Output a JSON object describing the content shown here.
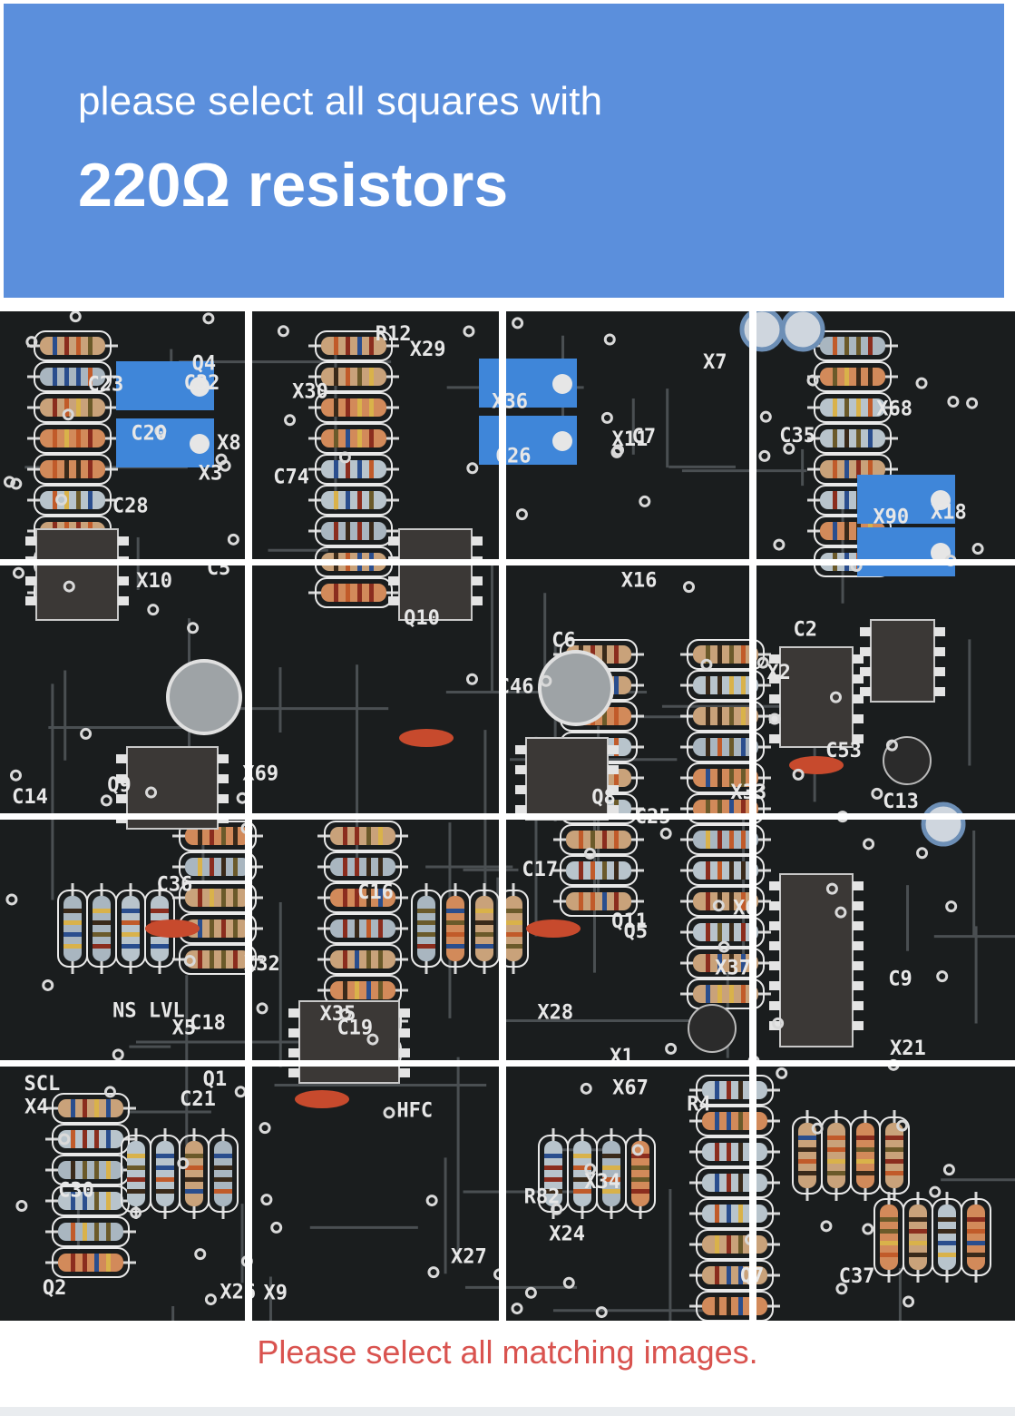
{
  "captcha": {
    "prompt_line": "please select all squares with",
    "target": "220Ω resistors",
    "instruction": "Please select all matching images."
  },
  "grid": {
    "rows": 4,
    "cols": 4
  },
  "board_labels": [
    "X32",
    "X26",
    "X27",
    "X35",
    "X28",
    "X33",
    "X36",
    "C28",
    "C30",
    "C20",
    "Q1",
    "C25",
    "C26",
    "C21",
    "C9",
    "C14",
    "C16",
    "C18",
    "C13",
    "Q9",
    "Q7",
    "Q8",
    "R4",
    "SCL",
    "HFC",
    "R82",
    "X69",
    "X67",
    "X68",
    "X2",
    "X1",
    "X5",
    "X4",
    "X7",
    "X11",
    "X8",
    "X9",
    "Q5",
    "X37",
    "X24",
    "C17",
    "X21",
    "X18",
    "X16",
    "NS LVL",
    "C35",
    "X30",
    "X34",
    "X29",
    "C2",
    "X6",
    "X10",
    "C6",
    "X90",
    "C74",
    "C53",
    "R12",
    "Q4",
    "Q2",
    "C46",
    "C5",
    "Q10",
    "Q11",
    "C7",
    "C19",
    "C23",
    "C37",
    "C36",
    "C32",
    "X3"
  ]
}
